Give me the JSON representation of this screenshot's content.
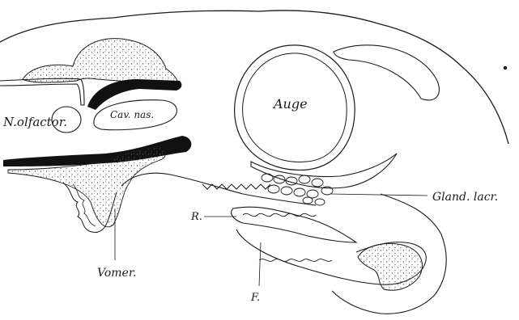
{
  "labels": {
    "n_olfactor": "N.olfactor.",
    "cav_nas": "Cav. nas.",
    "auge": "Auge",
    "gland_lacr": "Gland. lacr.",
    "r": "R.",
    "vomer": "Vomer.",
    "f": "F."
  },
  "colors": {
    "ink": "#1a1a1a",
    "stipple": "#555555",
    "background": "#ffffff"
  }
}
